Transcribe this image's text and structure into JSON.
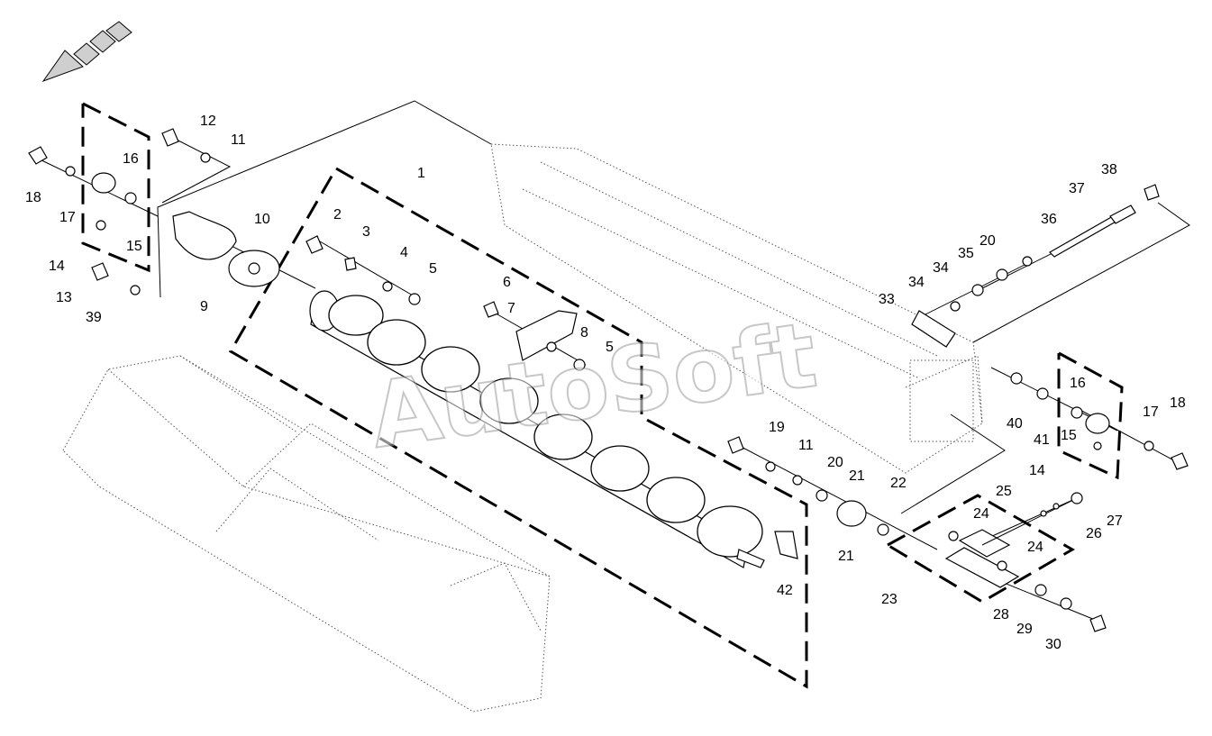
{
  "watermark": "AutoSoft",
  "callouts": [
    "1",
    "2",
    "3",
    "4",
    "5",
    "6",
    "7",
    "8",
    "5",
    "9",
    "10",
    "11",
    "12",
    "13",
    "14",
    "15",
    "16",
    "17",
    "18",
    "39",
    "19",
    "11",
    "20",
    "21",
    "22",
    "21",
    "23",
    "24",
    "24",
    "25",
    "26",
    "27",
    "28",
    "29",
    "30",
    "33",
    "34",
    "34",
    "35",
    "20",
    "36",
    "37",
    "38",
    "40",
    "41",
    "16",
    "15",
    "17",
    "18",
    "14",
    "42"
  ]
}
